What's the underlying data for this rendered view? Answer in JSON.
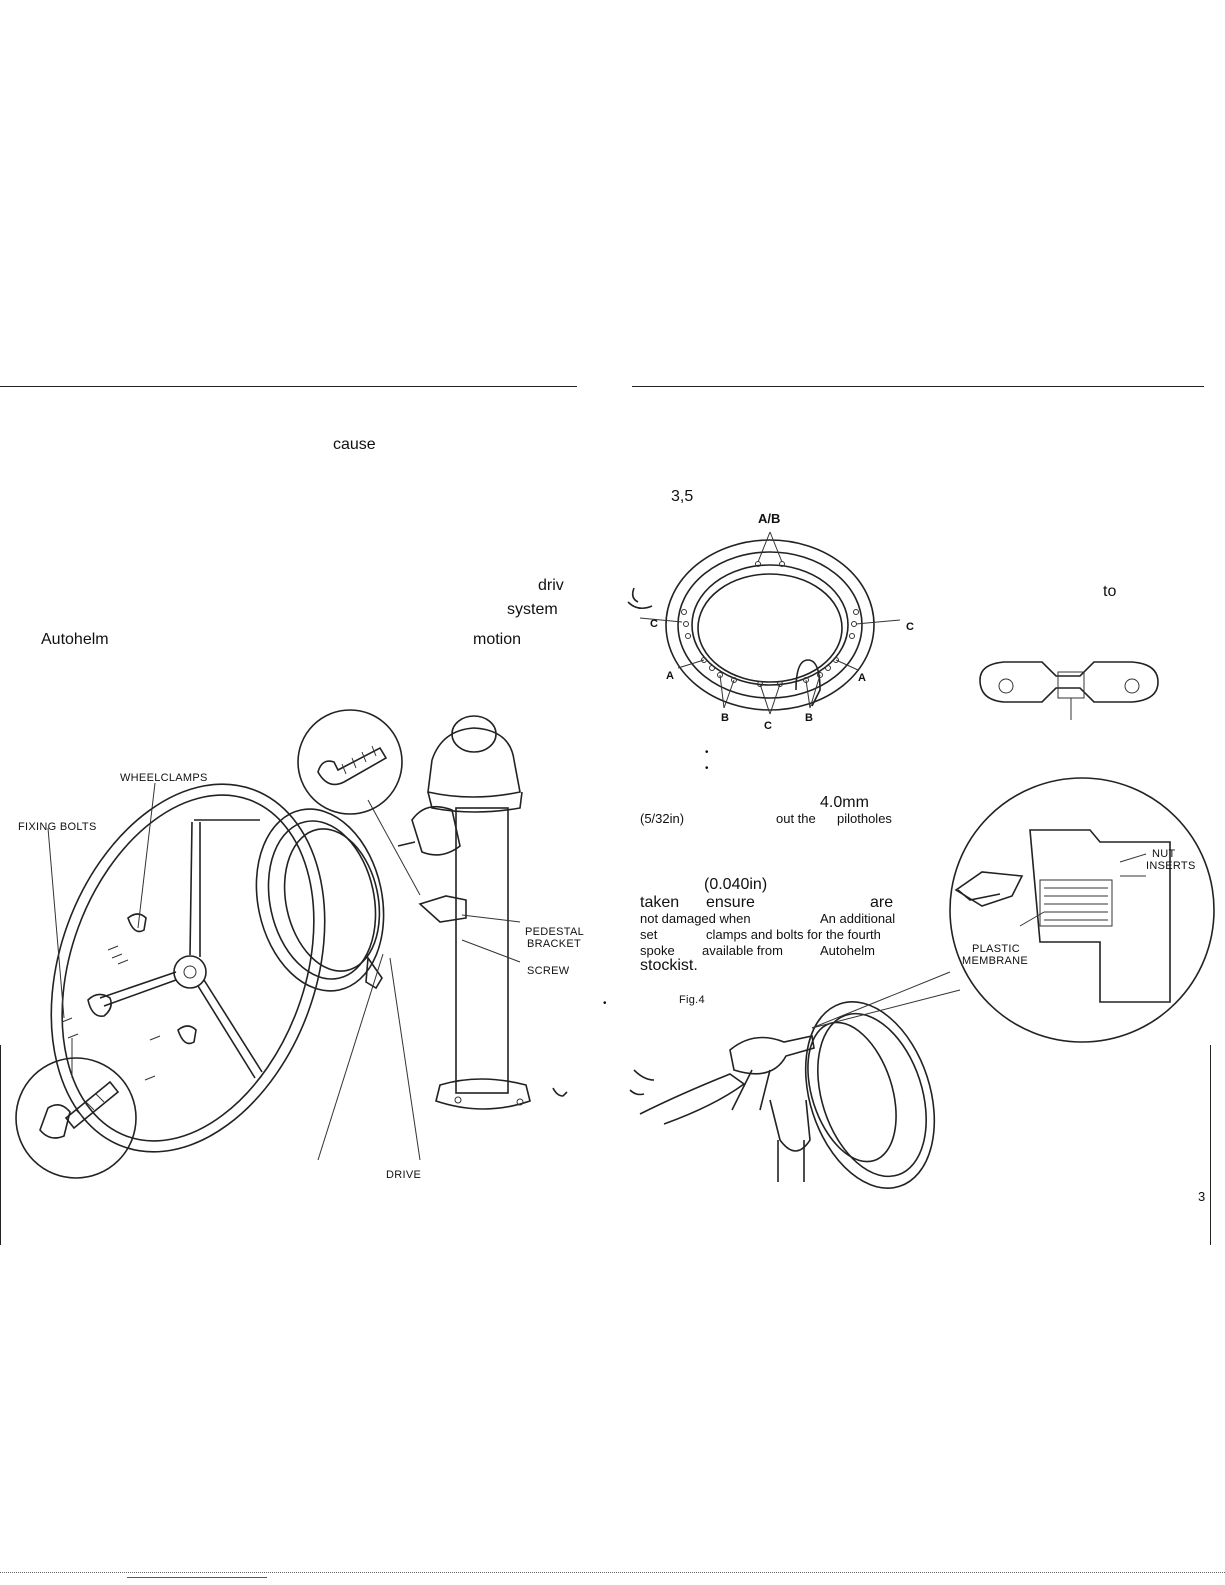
{
  "left_page": {
    "fragments": {
      "cause": "cause",
      "drive": "driv",
      "system": "system",
      "autohelm": "Autohelm",
      "motion": "motion"
    },
    "figure_labels": {
      "wheelclamps": "WHEELCLAMPS",
      "fixing_bolts": "FIXING BOLTS",
      "pedestal_bracket_1": "PEDESTAL",
      "pedestal_bracket_2": "BRACKET",
      "screw": "SCREW",
      "drive": "DRIVE"
    }
  },
  "right_page": {
    "fig_ref": "3,5",
    "fragment_to": "to",
    "ring_labels": {
      "ab": "A/B",
      "c_left": "C",
      "c_right": "C",
      "a_left": "A",
      "a_right": "A",
      "b_left": "B",
      "c_bottom": "C",
      "b_right": "B"
    },
    "text_lines": {
      "dim_mm": "4.0mm",
      "dim_in": "(5/32in)",
      "outthe": "out the",
      "pilotholes": "pilotholes",
      "dim2": "(0.040in)",
      "taken": "taken",
      "ensure": "ensure",
      "are": "are",
      "not_damaged": "not damaged when",
      "an_additional": "An additional",
      "set": "set",
      "clamps": "clamps and bolts for the fourth",
      "spoke": "spoke",
      "available": "available from",
      "autohelm": "Autohelm",
      "stockist": "stockist."
    },
    "fig_caption": "Fig.4",
    "inset_labels": {
      "nut": "NUT",
      "inserts": "INSERTS",
      "plastic": "PLASTIC",
      "membrane": "MEMBRANE"
    },
    "page_number": "3"
  }
}
